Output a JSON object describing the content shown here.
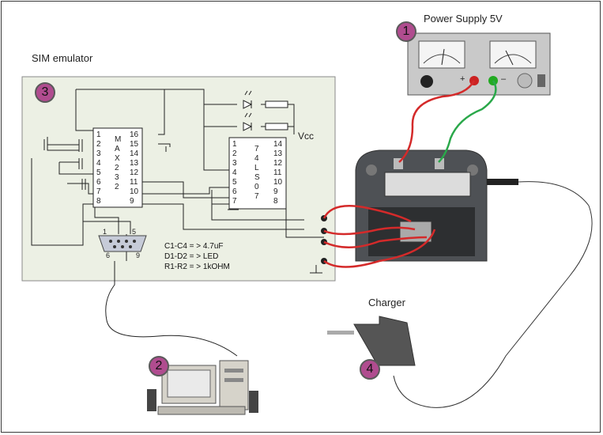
{
  "labels": {
    "power_supply": "Power Supply 5V",
    "sim_emulator": "SIM emulator",
    "charger": "Charger",
    "vcc": "Vcc",
    "plus": "+",
    "minus": "–"
  },
  "badges": [
    "1",
    "2",
    "3",
    "4"
  ],
  "chips": {
    "max232": {
      "name_letters": [
        "M",
        "A",
        "X",
        "2",
        "3",
        "2"
      ],
      "left_pins": [
        "1",
        "2",
        "3",
        "4",
        "5",
        "6",
        "7",
        "8"
      ],
      "right_pins": [
        "16",
        "15",
        "14",
        "13",
        "12",
        "11",
        "10",
        "9"
      ]
    },
    "ls07": {
      "name_letters": [
        "7",
        "4",
        "L",
        "S",
        "0",
        "7"
      ],
      "left_pins": [
        "1",
        "2",
        "3",
        "4",
        "5",
        "6",
        "7"
      ],
      "right_pins": [
        "14",
        "13",
        "12",
        "11",
        "10",
        "9",
        "8"
      ]
    }
  },
  "db9": {
    "pin_1": "1",
    "pin_5": "5",
    "pin_6": "6",
    "pin_9": "9"
  },
  "legend": [
    "C1-C4 = > 4.7uF",
    "D1-D2 = > LED",
    "R1-R2 = > 1kOHM"
  ],
  "colors": {
    "panel_bg": "#ecf0e4",
    "red_wire": "#d42a2a",
    "green_wire": "#2aa84a",
    "badge": "#b04c8f",
    "phone_body": "#4e5155"
  }
}
